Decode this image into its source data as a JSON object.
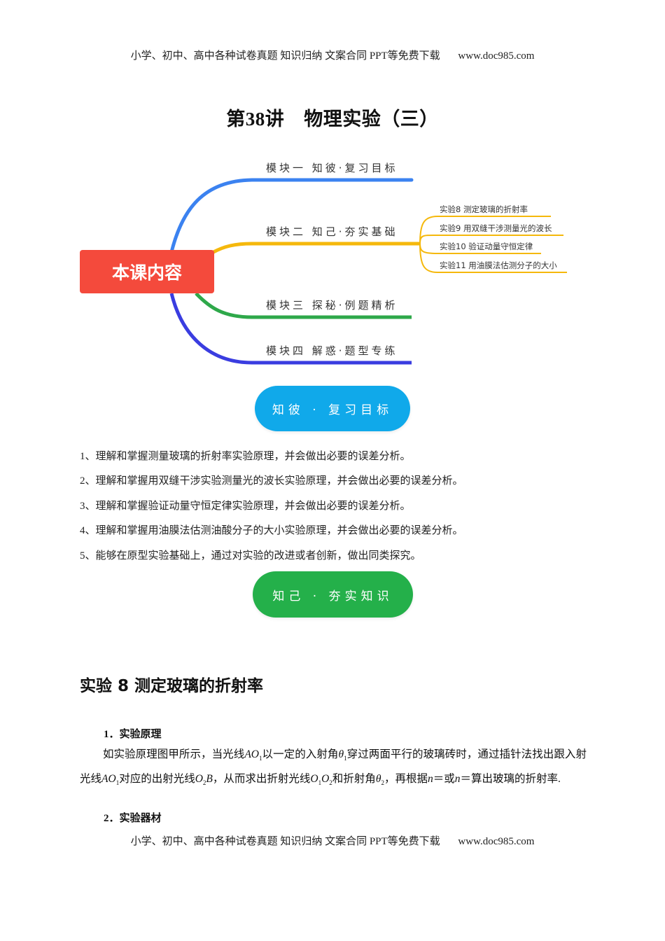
{
  "header": {
    "text": "小学、初中、高中各种试卷真题  知识归纳  文案合同  PPT等免费下载",
    "url": "www.doc985.com"
  },
  "title": {
    "lecture": "第38讲",
    "topic": "物理实验（三）"
  },
  "mindmap": {
    "center": "本课内容",
    "branches": [
      {
        "label": "模块一 知彼·复习目标",
        "color": "#3b82f0"
      },
      {
        "label": "模块二 知己·夯实基础",
        "color": "#f5b80c"
      },
      {
        "label": "模块三 探秘·例题精析",
        "color": "#2ea84a"
      },
      {
        "label": "模块四 解惑·题型专练",
        "color": "#3a3de0"
      }
    ],
    "sub_branches": [
      "实验8 测定玻璃的折射率",
      "实验9 用双缝干涉测量光的波长",
      "实验10 验证动量守恒定律",
      "实验11 用油膜法估测分子的大小"
    ],
    "sub_color": "#f5b80c",
    "center_color": "#f44a3c"
  },
  "pills": {
    "review_goals": {
      "label": "知彼 · 复习目标",
      "color": "#10a9ea"
    },
    "foundation": {
      "label": "知己 · 夯实知识",
      "color": "#24b04a"
    }
  },
  "goals": [
    "1、理解和掌握测量玻璃的折射率实验原理，并会做出必要的误差分析。",
    "2、理解和掌握用双缝干涉实验测量光的波长实验原理，并会做出必要的误差分析。",
    "3、理解和掌握验证动量守恒定律实验原理，并会做出必要的误差分析。",
    "4、理解和掌握用油膜法估测油酸分子的大小实验原理，并会做出必要的误差分析。",
    "5、能够在原型实验基础上，通过对实验的改进或者创新，做出同类探究。"
  ],
  "section": {
    "title": "实验 8 测定玻璃的折射率",
    "h1_num": "1．",
    "h1_text": "实验原理",
    "para": {
      "p1": "如实验原理图甲所示，当光线",
      "p2": "以一定的入射角",
      "p3": "穿过两面平行的玻璃砖时，通过插针法找出跟入射光线",
      "p4": "对应的出射光线",
      "p5": "，从而求出折射光线",
      "p6": "和折射角",
      "p7": "，再根据",
      "p8": "＝或",
      "p9": "＝算出玻璃的折射率.",
      "AO": "AO",
      "sub1": "1",
      "sub2": "2",
      "theta": "θ",
      "O": "O",
      "B": "B",
      "n": "n"
    },
    "h2_num": "2．",
    "h2_text": "实验器材"
  },
  "footer": {
    "text": "小学、初中、高中各种试卷真题  知识归纳  文案合同  PPT等免费下载",
    "url": "www.doc985.com"
  }
}
